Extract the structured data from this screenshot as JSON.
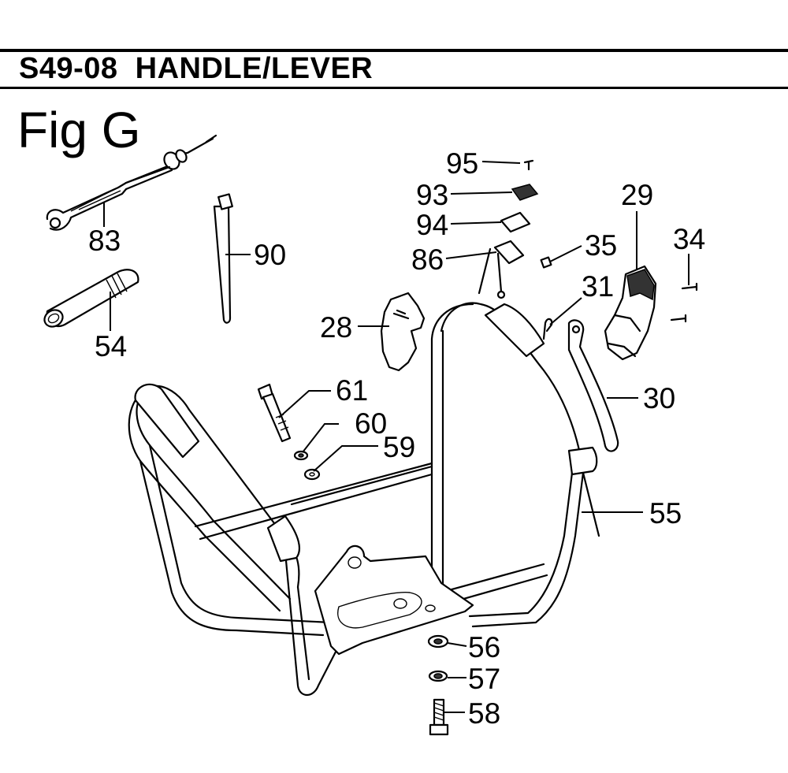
{
  "header": {
    "section_code": "S49-08",
    "section_title": "HANDLE/LEVER"
  },
  "figure": {
    "label": "Fig G"
  },
  "callouts": [
    {
      "id": "c95",
      "number": "95"
    },
    {
      "id": "c93",
      "number": "93"
    },
    {
      "id": "c94",
      "number": "94"
    },
    {
      "id": "c86",
      "number": "86"
    },
    {
      "id": "c35",
      "number": "35"
    },
    {
      "id": "c29",
      "number": "29"
    },
    {
      "id": "c34",
      "number": "34"
    },
    {
      "id": "c31",
      "number": "31"
    },
    {
      "id": "c28",
      "number": "28"
    },
    {
      "id": "c30",
      "number": "30"
    },
    {
      "id": "c61",
      "number": "61"
    },
    {
      "id": "c60",
      "number": "60"
    },
    {
      "id": "c59",
      "number": "59"
    },
    {
      "id": "c55",
      "number": "55"
    },
    {
      "id": "c83",
      "number": "83"
    },
    {
      "id": "c90",
      "number": "90"
    },
    {
      "id": "c54",
      "number": "54"
    },
    {
      "id": "c56",
      "number": "56"
    },
    {
      "id": "c57",
      "number": "57"
    },
    {
      "id": "c58",
      "number": "58"
    }
  ]
}
